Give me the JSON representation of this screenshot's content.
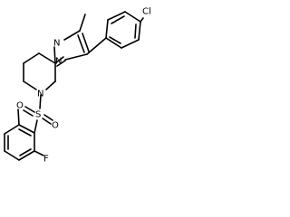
{
  "structure": {
    "atoms": {
      "n1": "N",
      "n2": "N",
      "n3": "N",
      "s": "S",
      "o1": "O",
      "o2": "O",
      "f": "F",
      "cl": "Cl"
    },
    "color": "#000000"
  }
}
